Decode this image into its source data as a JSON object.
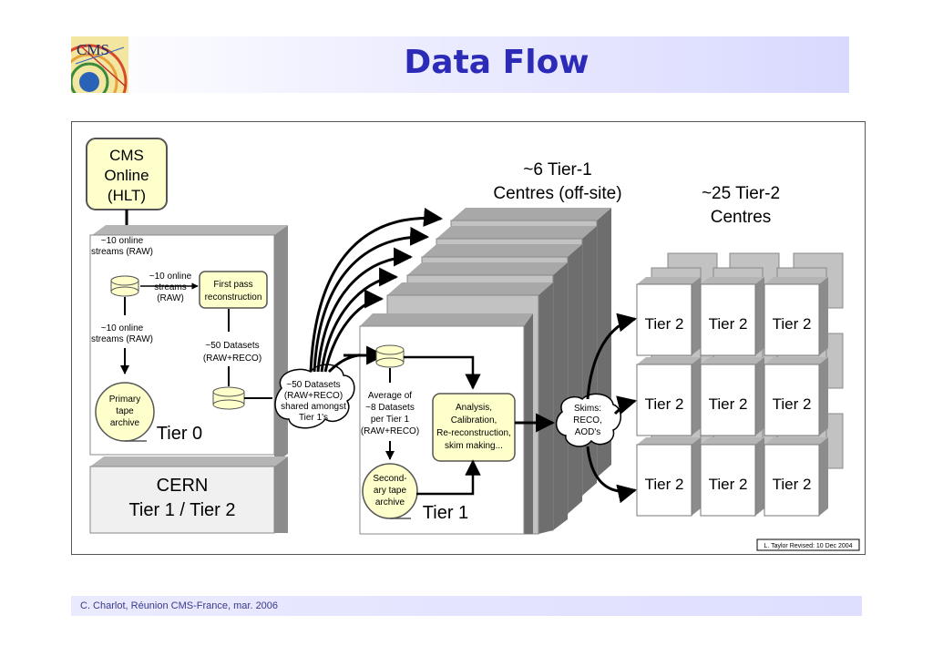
{
  "slide": {
    "title": "Data Flow",
    "footer": "C. Charlot, Réunion CMS-France, mar. 2006",
    "logo_text": "CMS"
  },
  "diagram": {
    "cms_online": [
      "CMS",
      "Online",
      "(HLT)"
    ],
    "online_streams_1": [
      "~10 online",
      "streams (RAW)"
    ],
    "online_streams_2": [
      "~10 online",
      "streams",
      "(RAW)"
    ],
    "online_streams_3": [
      "~10 online",
      "streams (RAW)"
    ],
    "first_pass": [
      "First pass",
      "reconstruction"
    ],
    "datasets_50": [
      "~50 Datasets",
      "(RAW+RECO)"
    ],
    "primary_tape": [
      "Primary",
      "tape",
      "archive"
    ],
    "tier0_label": "Tier 0",
    "cern_label": [
      "CERN",
      "Tier 1 / Tier 2"
    ],
    "shared_cloud": [
      "~50 Datasets",
      "(RAW+RECO)",
      "shared amongst",
      "Tier 1's"
    ],
    "tier1_heading": [
      "~6 Tier-1",
      "Centres (off-site)"
    ],
    "tier2_heading": [
      "~25 Tier-2",
      "Centres"
    ],
    "avg_datasets": [
      "Average of",
      "~8 Datasets",
      "per Tier 1",
      "(RAW+RECO)"
    ],
    "analysis": [
      "Analysis,",
      "Calibration,",
      "Re-reconstruction,",
      "skim making..."
    ],
    "secondary_tape": [
      "Second-",
      "ary tape",
      "archive"
    ],
    "tier1_label": "Tier 1",
    "skims_cloud": [
      "Skims:",
      "RECO,",
      "AOD's"
    ],
    "tier2_box": "Tier 2",
    "credit": "L. Taylor  Revised:  10 Dec 2004"
  },
  "colors": {
    "title": "#2b2bb8",
    "cream_box": "#ffffcc",
    "box_shade": "#8c8c8c",
    "footer_text": "#3a3a8a"
  }
}
